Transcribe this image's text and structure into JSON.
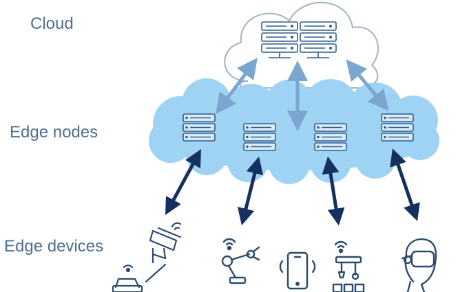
{
  "tiers": {
    "cloud": "Cloud",
    "edge_nodes": "Edge nodes",
    "edge_devices": "Edge devices"
  },
  "colors": {
    "label_text": "#4f6f91",
    "edge_cloud_fill": "#9fd3f3",
    "server_fill": "#d8ebf8",
    "server_stroke": "#2f5d8a",
    "cloud_arrow": "#7aa6cf",
    "device_arrow": "#14305f",
    "device_icon": "#2d4a6e"
  },
  "edge_nodes": [
    {
      "id": "node-1"
    },
    {
      "id": "node-2"
    },
    {
      "id": "node-3"
    },
    {
      "id": "node-4"
    }
  ],
  "devices": [
    {
      "icon": "camera-and-car-icon"
    },
    {
      "icon": "robot-arm-icon"
    },
    {
      "icon": "smartphone-icon"
    },
    {
      "icon": "assembly-robot-icon"
    },
    {
      "icon": "vr-headset-icon"
    }
  ]
}
